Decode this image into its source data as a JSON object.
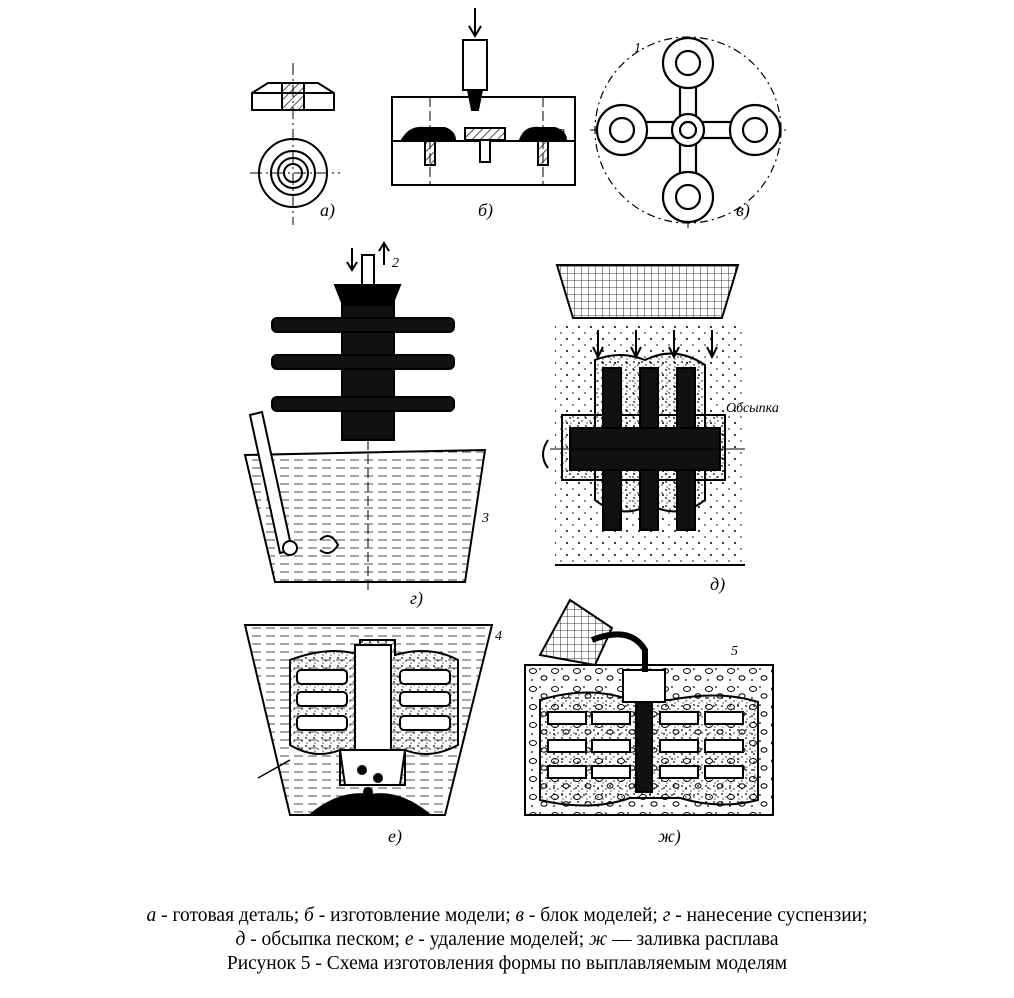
{
  "figure": {
    "panel_labels": {
      "a": "а)",
      "b": "б)",
      "v": "в)",
      "g": "г)",
      "d": "д)",
      "e": "е)",
      "zh": "ж)"
    },
    "callouts": {
      "n1": "1",
      "n2": "2",
      "n3_b": "3",
      "n3_g": "3",
      "n4": "4",
      "n5": "5",
      "obsypka": "Обсыпка"
    }
  },
  "caption": {
    "items": [
      {
        "letter": "а",
        "text": " - готовая   деталь;"
      },
      {
        "letter": "б",
        "text": " - изготовление   модели;"
      },
      {
        "letter": "в",
        "text": " - блок   моделей;"
      },
      {
        "letter": "г",
        "text": " - нанесение  суспензии;"
      },
      {
        "letter": "д",
        "text": " - обсыпка   песком;"
      },
      {
        "letter": "е",
        "text": " - удаление моделей;"
      },
      {
        "letter": "ж",
        "text": " — заливка расплава"
      }
    ],
    "title": "Рисунок 5 - Схема изготовления формы по выплавляемым моделям"
  }
}
